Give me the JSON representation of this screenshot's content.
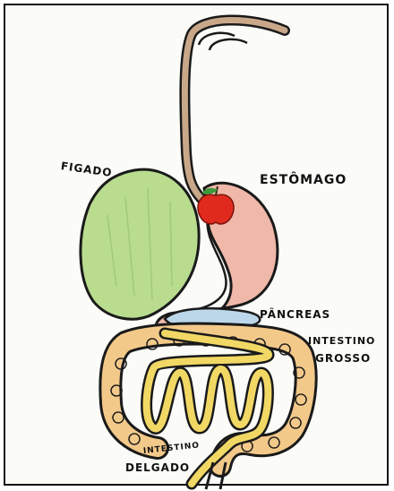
{
  "labels": {
    "figado": "FIGADO",
    "estomago": "ESTÔMAGO",
    "pancreas": "PÂNCREAS",
    "intestino_grosso_line1": "INTESTINO",
    "intestino_grosso_line2": "GROSSO",
    "intestino_delgado_line1": "INTESTINO",
    "intestino_delgado_line2": "DELGADO"
  },
  "colors": {
    "outline": "#1a1a1a",
    "liver": "#b9dc8f",
    "stomach": "#efb8a8",
    "pancreas": "#bcd7ea",
    "large_intestine": "#f3c98a",
    "small_intestine": "#f1d865",
    "apple": "#e02a1e",
    "esophagus": "#c9a88a"
  },
  "icons": {
    "apple": "apple-icon"
  }
}
